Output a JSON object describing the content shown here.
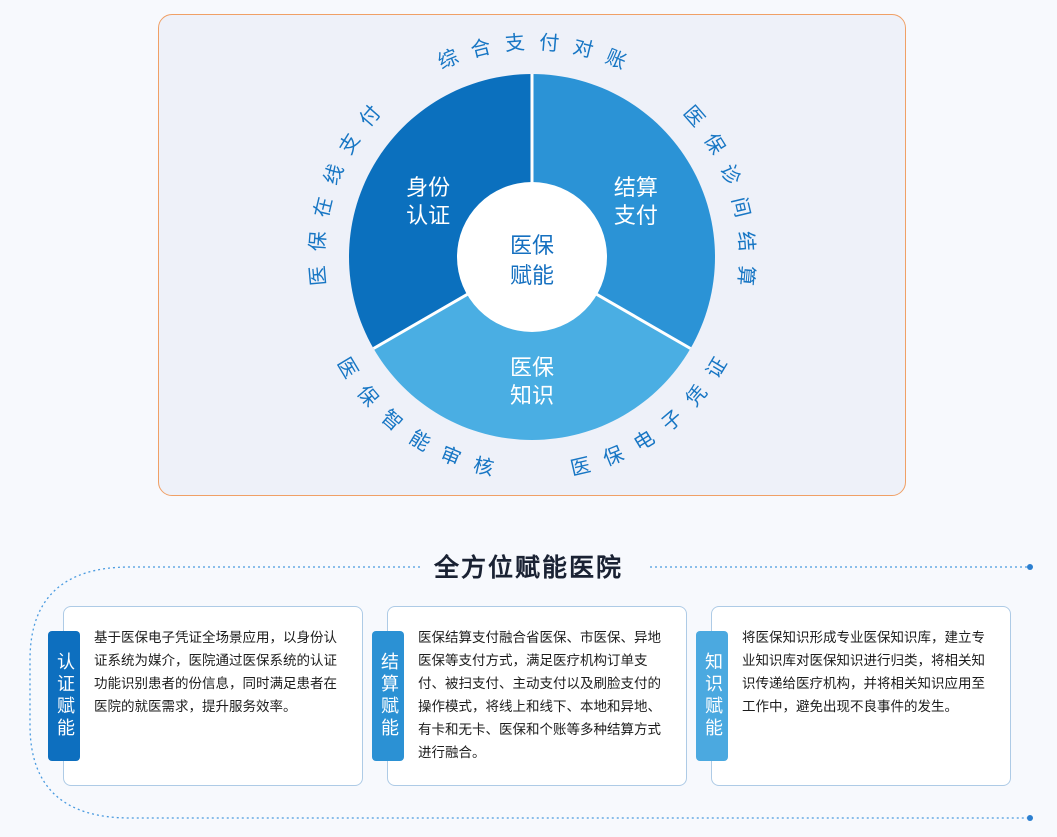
{
  "diagram": {
    "center": [
      "医保",
      "赋能"
    ],
    "sectors": [
      {
        "label": [
          "身份",
          "认证"
        ],
        "color": "#0b70be"
      },
      {
        "label": [
          "结算",
          "支付"
        ],
        "color": "#2b93d6"
      },
      {
        "label": [
          "医保",
          "知识"
        ],
        "color": "#4aaee3"
      }
    ],
    "ring_labels": [
      "综合支付对账",
      "医保诊间结算",
      "医保电子凭证",
      "医保智能审核",
      "医保在线支付"
    ],
    "ring_label_color": "#1776c4"
  },
  "section_title": "全方位赋能医院",
  "cards": [
    {
      "tab": "认证赋能",
      "tab_color": "#0d6fbf",
      "text": "基于医保电子凭证全场景应用，以身份认证系统为媒介，医院通过医保系统的认证功能识别患者的份信息，同时满足患者在医院的就医需求，提升服务效率。"
    },
    {
      "tab": "结算赋能",
      "tab_color": "#2b91d4",
      "text": "医保结算支付融合省医保、市医保、异地医保等支付方式，满足医疗机构订单支付、被扫支付、主动支付以及刷脸支付的操作模式，将线上和线下、本地和异地、有卡和无卡、医保和个账等多种结算方式进行融合。"
    },
    {
      "tab": "知识赋能",
      "tab_color": "#4ba9e0",
      "text": "将医保知识形成专业医保知识库，建立专业知识库对医保知识进行归类，将相关知识传递给医疗机构，并将相关知识应用至工作中，避免出现不良事件的发生。"
    }
  ],
  "colors": {
    "frame_border": "#f0a066",
    "dotted_line": "#4a9be0"
  }
}
